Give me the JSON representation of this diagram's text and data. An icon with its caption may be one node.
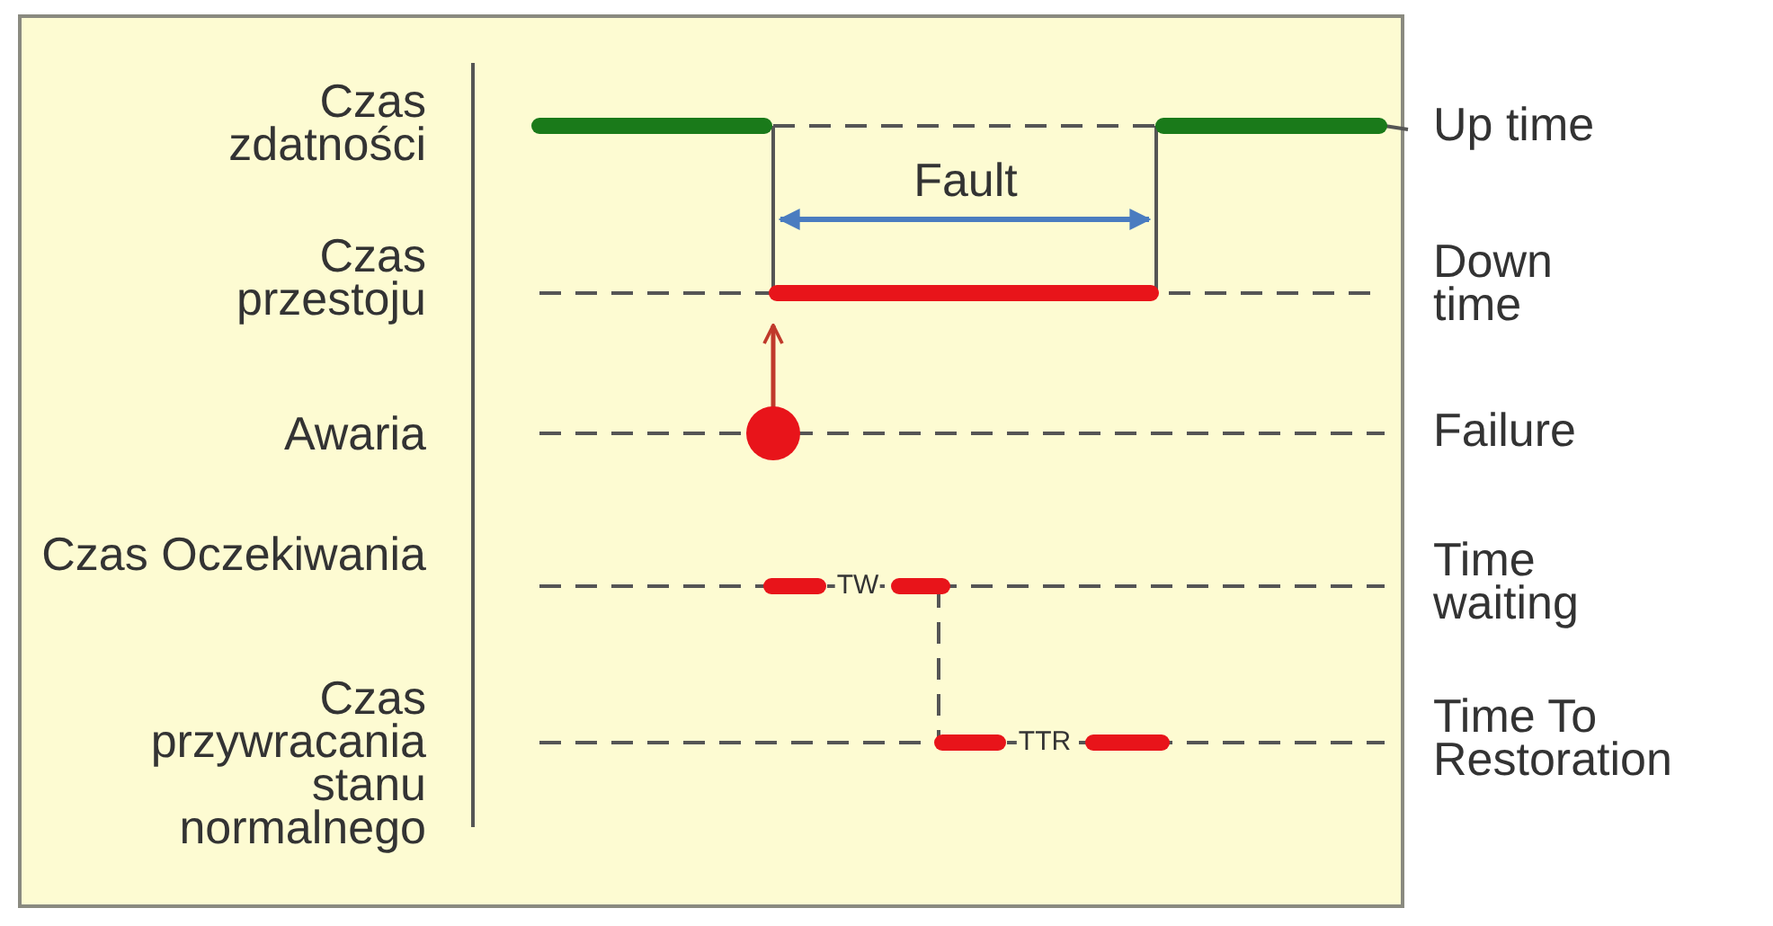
{
  "diagram": {
    "labels": [
      "Czas zdatności",
      "Up time",
      "Fault",
      "Czas przestoju",
      "Down time",
      "Awaria",
      "Failure",
      "Czas Oczekiwania",
      "TW",
      "Time waiting",
      "Czas przywracania stanu normalnego",
      "TTR",
      "Time To Restoration"
    ]
  }
}
